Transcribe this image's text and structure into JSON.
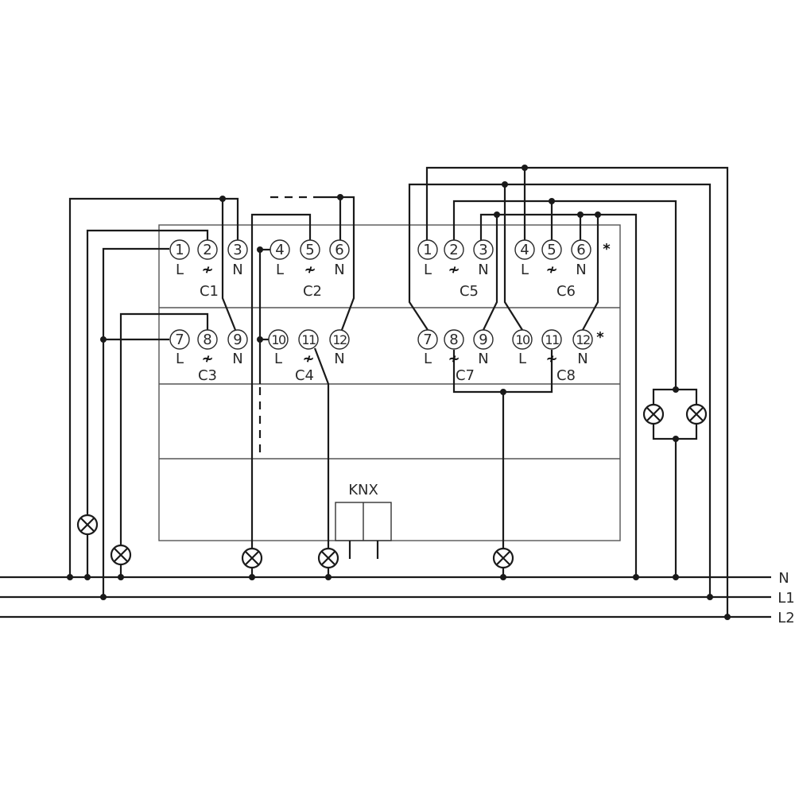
{
  "bus_labels": {
    "n": "N",
    "l1": "L1",
    "l2": "L2"
  },
  "knx_label": "KNX",
  "left_module": {
    "row1_terminals": [
      "1",
      "2",
      "3",
      "4",
      "5",
      "6"
    ],
    "row1_functions": [
      "L",
      "≁",
      "N",
      "L",
      "≁",
      "N"
    ],
    "row1_channels": [
      "C1",
      "C2"
    ],
    "row2_terminals": [
      "7",
      "8",
      "9",
      "10",
      "11",
      "12"
    ],
    "row2_functions": [
      "L",
      "≁",
      "N",
      "L",
      "≁",
      "N"
    ],
    "row2_channels": [
      "C3",
      "C4"
    ]
  },
  "right_module": {
    "row1_terminals": [
      "1",
      "2",
      "3",
      "4",
      "5",
      "6"
    ],
    "row1_functions": [
      "L",
      "≁",
      "N",
      "L",
      "≁",
      "N"
    ],
    "row1_channels": [
      "C5",
      "C6"
    ],
    "row1_note": "*",
    "row2_terminals": [
      "7",
      "8",
      "9",
      "10",
      "11",
      "12"
    ],
    "row2_functions": [
      "L",
      "≁",
      "N",
      "L",
      "≁",
      "N"
    ],
    "row2_channels": [
      "C7",
      "C8"
    ],
    "row2_note": "*"
  },
  "colors": {
    "line": "#1a1a1a",
    "frame": "#555555"
  }
}
